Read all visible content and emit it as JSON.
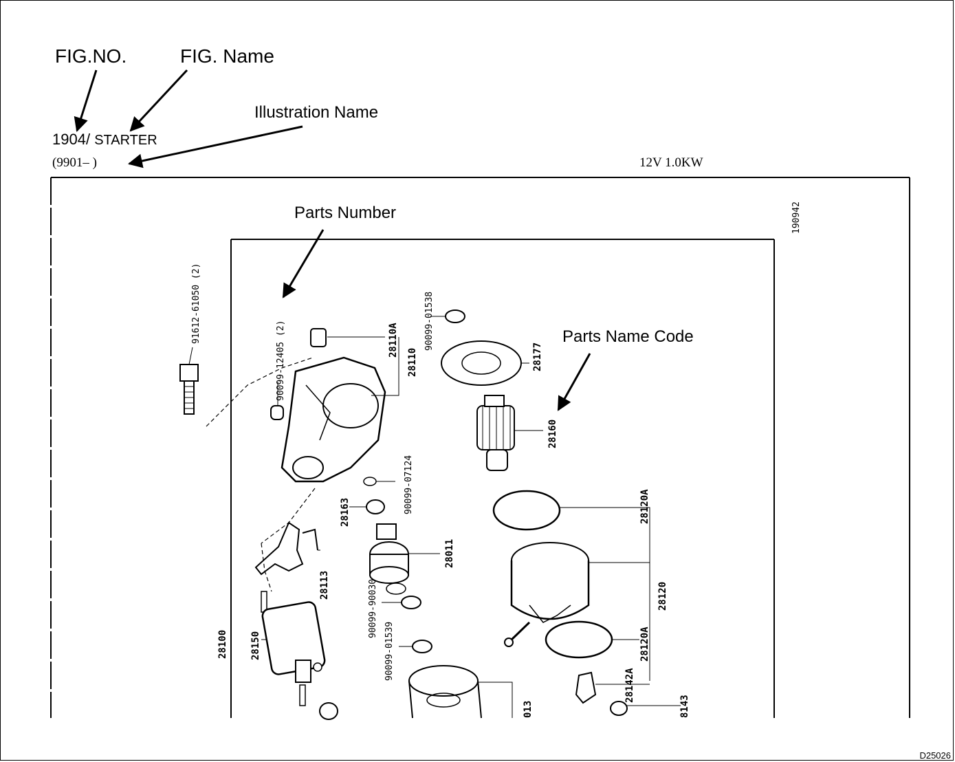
{
  "callouts": {
    "fig_no": "FIG.NO.",
    "fig_name": "FIG. Name",
    "illustration_name": "Illustration Name",
    "parts_number": "Parts Number",
    "parts_name_code": "Parts Name Code"
  },
  "header": {
    "fig_number": "1904/",
    "fig_title": "STARTER",
    "date_range": "(9901–    )",
    "spec": "12V 1.0KW",
    "illustration_id": "190942"
  },
  "parts": {
    "p91612": "91612-61050 (2)",
    "p90099_12405": "90099-12405 (2)",
    "p90099_01538": "90099-01538",
    "p28110A": "28110A",
    "p28110": "28110",
    "p28177": "28177",
    "p28160": "28160",
    "p90099_07124": "90099-07124",
    "p28163": "28163",
    "p28120A_top": "28120A",
    "p28120": "28120",
    "p28011": "28011",
    "p28113": "28113",
    "p90099_90030": "90099-90030",
    "p90099_01539": "90099-01539",
    "p28120A_bottom": "28120A",
    "p28142A": "28142A",
    "p28143": "8143",
    "p28150": "28150",
    "p28100": "28100",
    "p013": "013"
  },
  "footer": {
    "doc_code": "D25026"
  },
  "colors": {
    "ink": "#000000",
    "paper": "#ffffff"
  }
}
